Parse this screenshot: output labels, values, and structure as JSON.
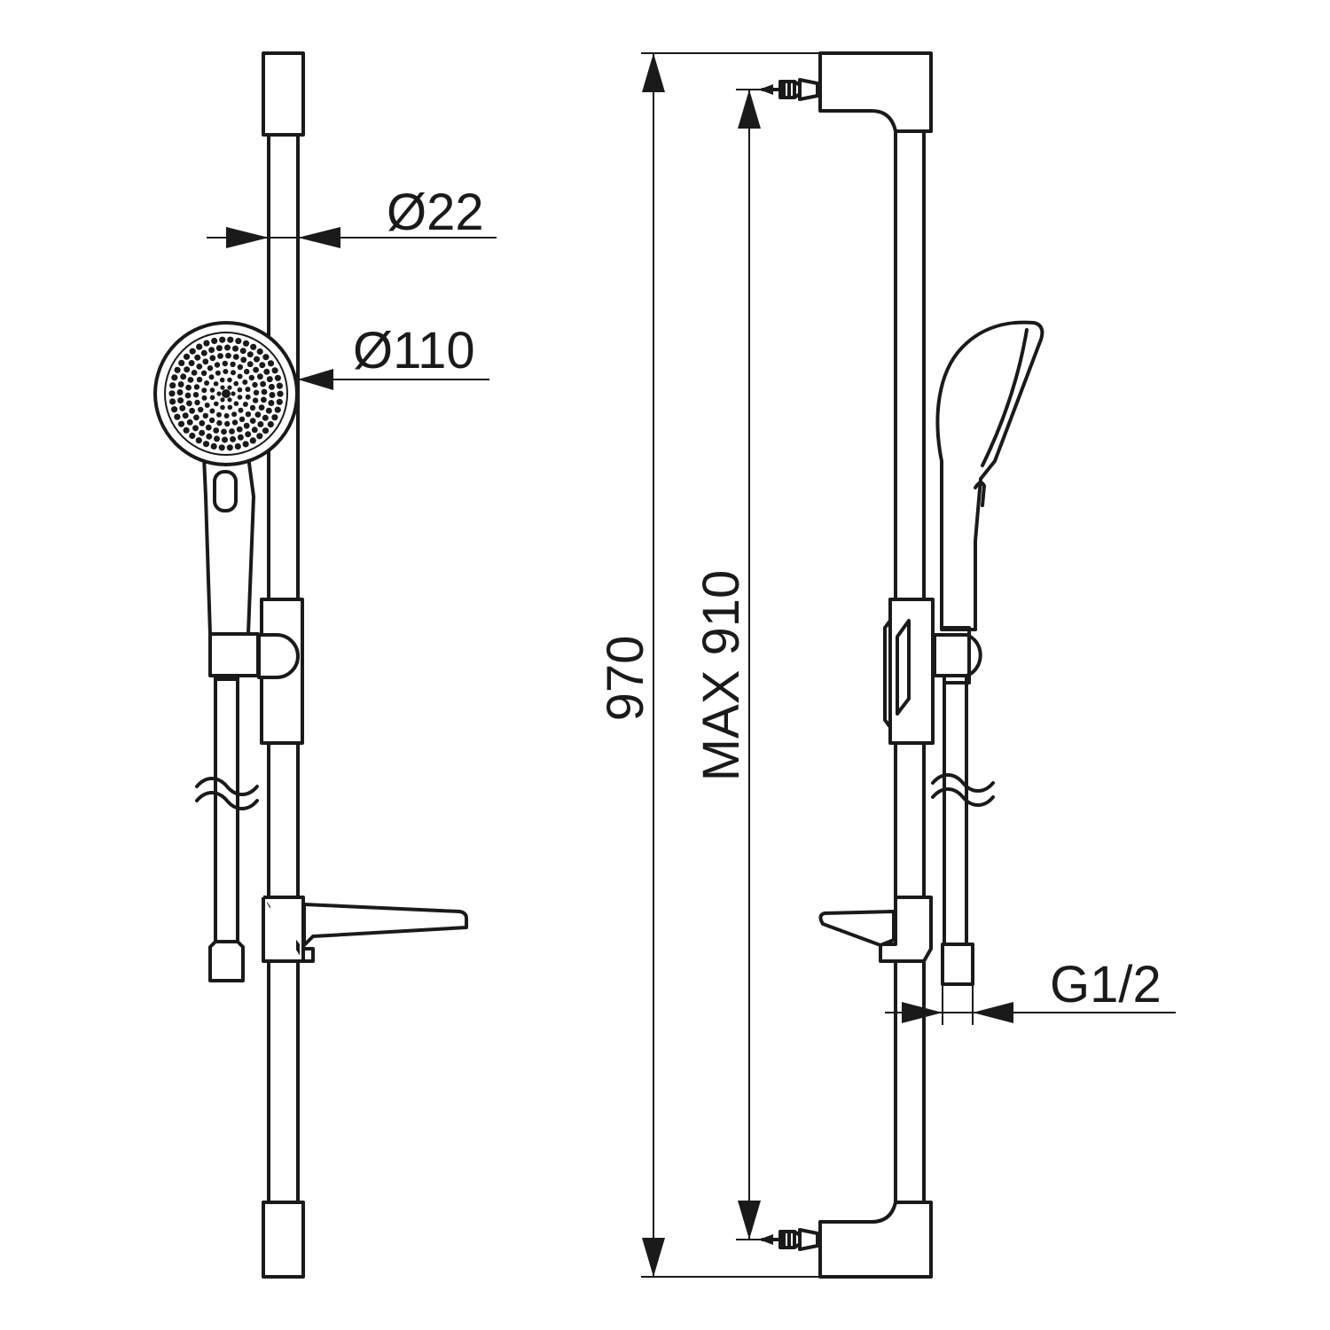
{
  "drawing": {
    "dimensions": {
      "rail_diameter": "Ø22",
      "head_diameter": "Ø110",
      "total_height": "970",
      "max_bracket_distance": "MAX 910",
      "hose_thread": "G1/2"
    },
    "colors": {
      "line": "#1a1a1a",
      "background": "#ffffff"
    }
  }
}
